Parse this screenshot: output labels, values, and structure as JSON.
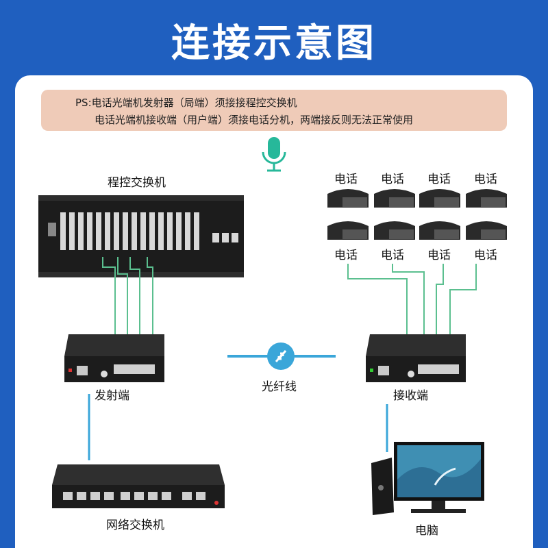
{
  "title": "连接示意图",
  "note": {
    "line1": "PS:电话光端机发射器（局端）须接接程控交换机",
    "line2": "电话光端机接收端（用户端）须接电话分机，两端接反则无法正常使用"
  },
  "labels": {
    "pbx": "程控交换机",
    "phone": "电话",
    "transmitter": "发射端",
    "fiber": "光纤线",
    "receiver": "接收端",
    "switch": "网络交换机",
    "computer": "电脑"
  },
  "colors": {
    "background": "#1f5fbf",
    "note": "#efcbb8",
    "green_wire": "#5bbf8f",
    "blue_wire": "#3aa6d9",
    "device": "#1c1c1c"
  },
  "icons": [
    "microphone-icon",
    "sound-wave-icon",
    "fiber-arrows-icon"
  ]
}
